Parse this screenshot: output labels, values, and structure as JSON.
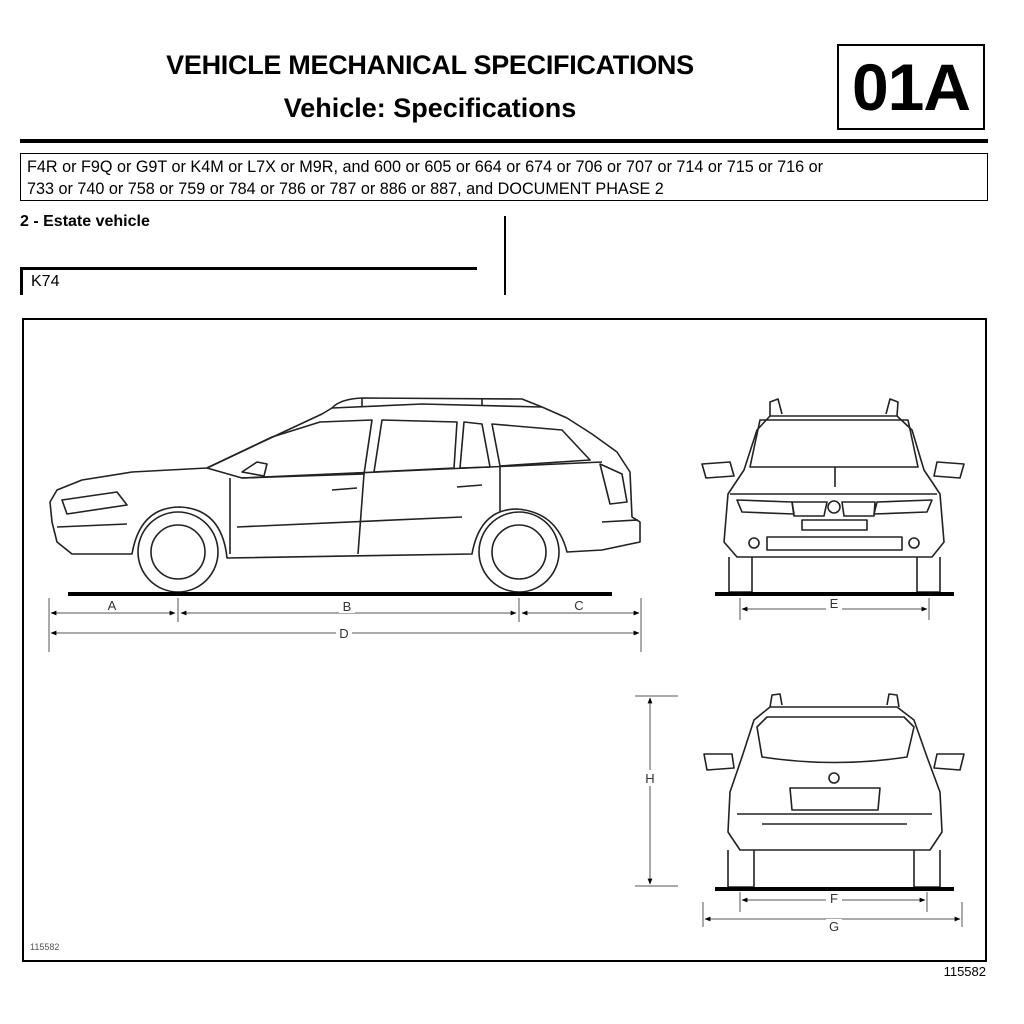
{
  "header": {
    "title": "VEHICLE MECHANICAL SPECIFICATIONS",
    "subtitle": "Vehicle: Specifications",
    "section_code": "01A"
  },
  "applicability": {
    "line1": "F4R or F9Q or G9T or K4M or L7X or M9R, and 600 or 605 or 664 or 674 or 706 or 707 or 714 or 715 or 716 or",
    "line2": "733 or 740 or 758 or 759 or 784 or 786 or 787 or 886 or 887, and DOCUMENT PHASE 2"
  },
  "section": {
    "heading": "2 - Estate vehicle",
    "vehicle_code": "K74"
  },
  "figure": {
    "image_number_small": "115582",
    "image_number": "115582",
    "views": [
      "side-view",
      "front-view",
      "rear-view"
    ],
    "dimension_labels": {
      "A": "A",
      "B": "B",
      "C": "C",
      "D": "D",
      "E": "E",
      "F": "F",
      "G": "G",
      "H": "H"
    }
  }
}
